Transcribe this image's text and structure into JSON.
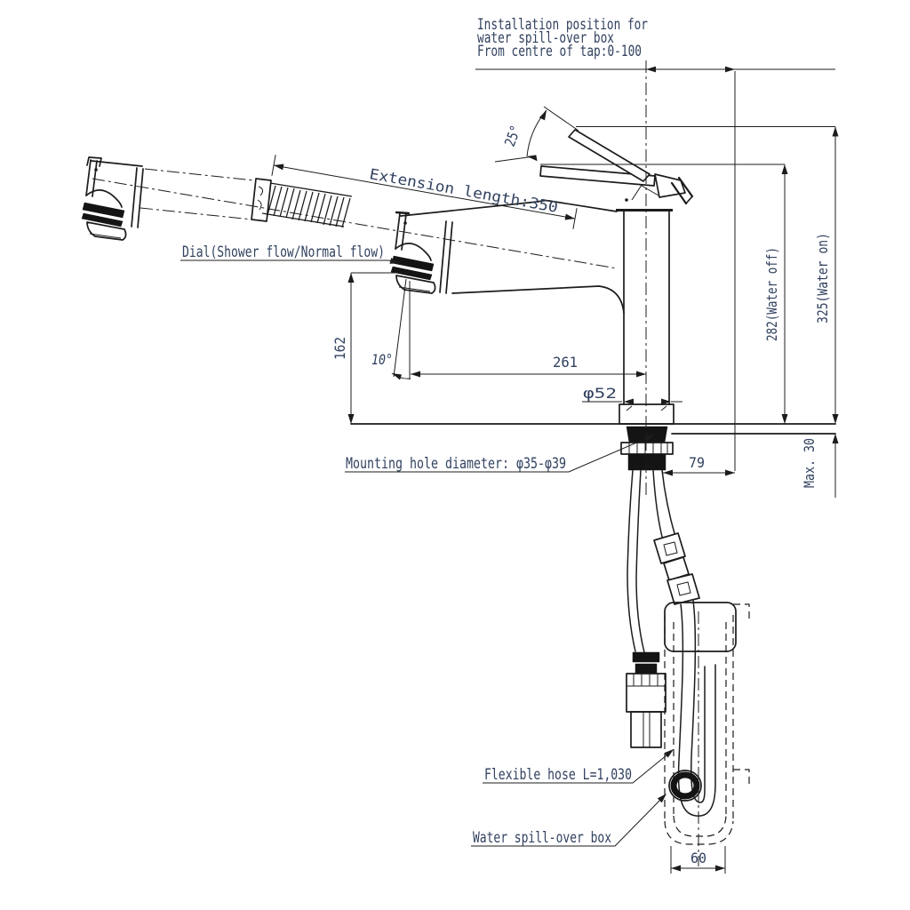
{
  "notes": {
    "installation_position_line1": "Installation position for",
    "installation_position_line2": "water spill-over box",
    "installation_position_line3": "From centre of tap:0-100",
    "extension_length": "Extension length:350",
    "dial": "Dial(Shower flow/Normal flow)",
    "mounting_hole": "Mounting hole diameter: φ35-φ39",
    "flexible_hose": "Flexible hose L=1,030",
    "water_spill_over_box": "Water spill-over box"
  },
  "dimensions": {
    "handle_angle": "25°",
    "height_water_off": "282(Water off)",
    "height_water_on": "325(Water on)",
    "counter_thickness": "Max. 30",
    "spout_reach": "261",
    "spout_height": "162",
    "head_tilt": "10°",
    "body_diameter": "φ52",
    "hose_offset": "79",
    "box_width": "60"
  },
  "colors": {
    "line": "#1c1c1c",
    "text": "#31415f",
    "background": "#ffffff"
  }
}
